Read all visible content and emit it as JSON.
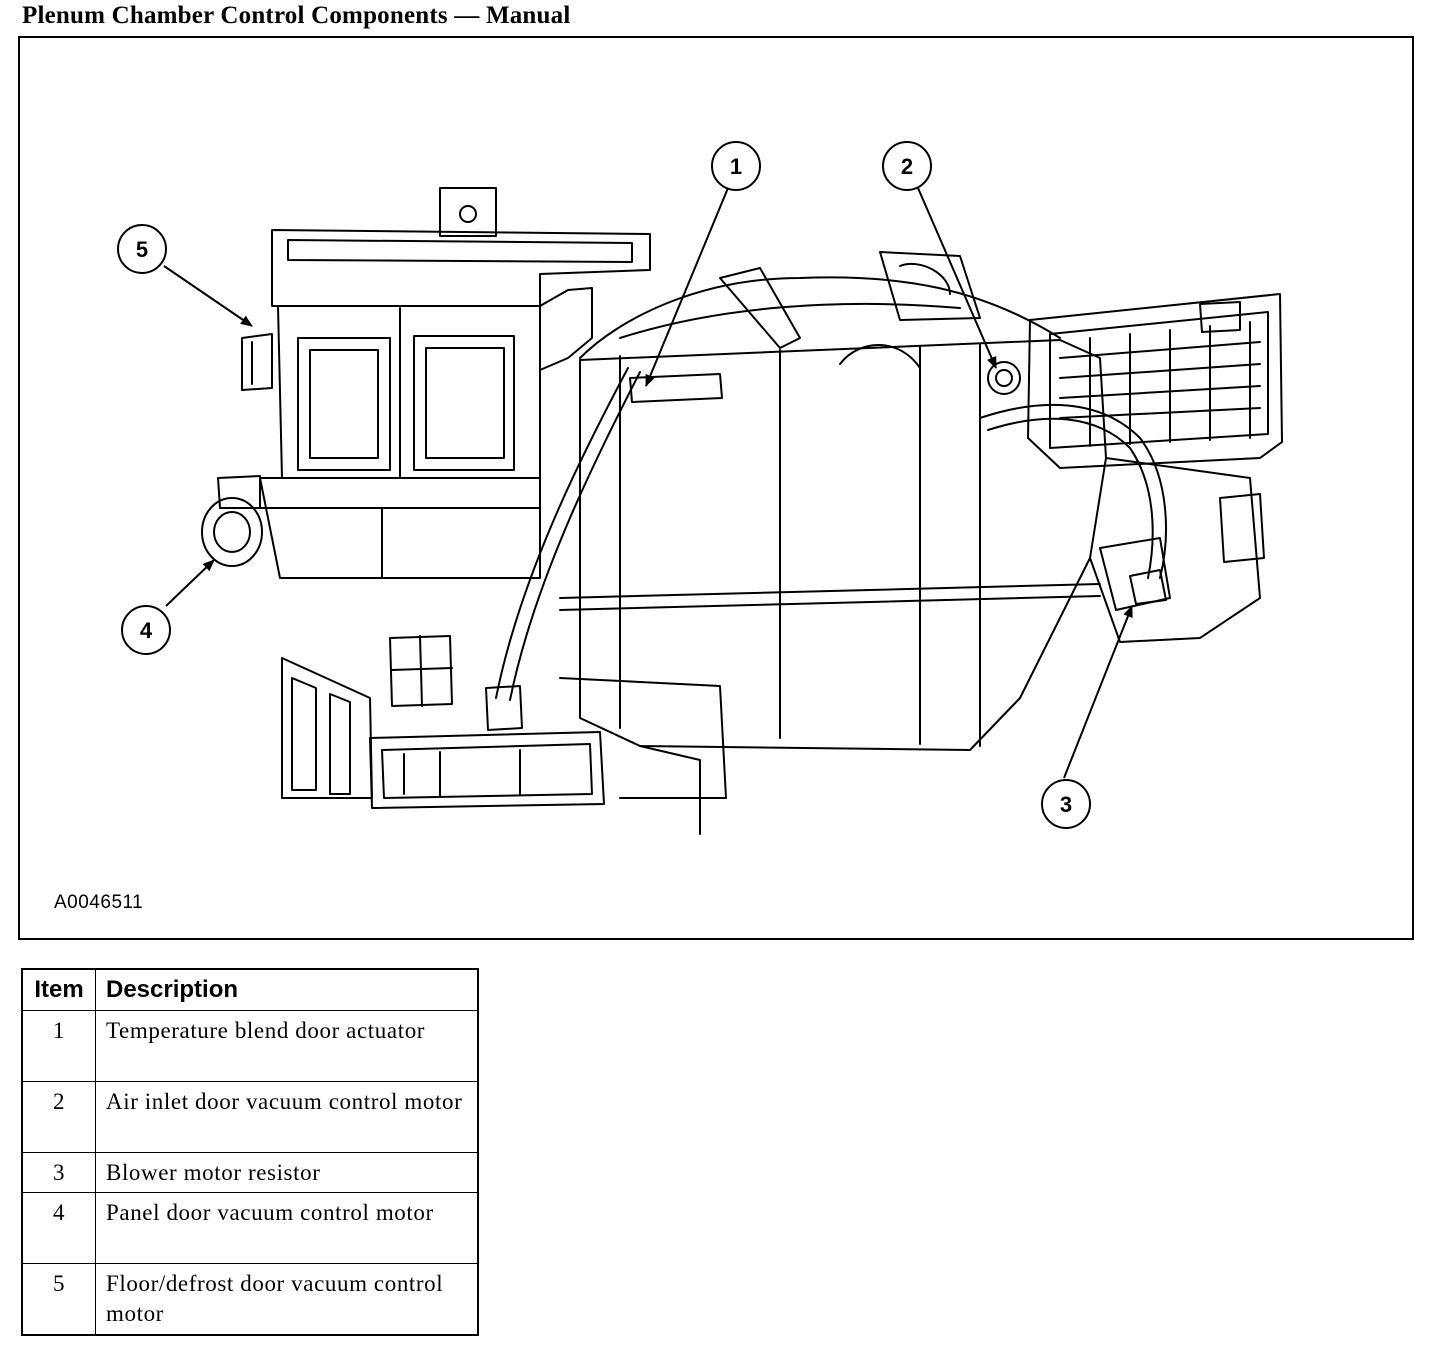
{
  "title": "Plenum Chamber Control Components — Manual",
  "figure": {
    "id_label": "A0046511",
    "callouts": [
      {
        "number": "1"
      },
      {
        "number": "2"
      },
      {
        "number": "3"
      },
      {
        "number": "4"
      },
      {
        "number": "5"
      }
    ]
  },
  "legend": {
    "headers": {
      "item": "Item",
      "description": "Description"
    },
    "rows": [
      {
        "item": "1",
        "description": "Temperature blend door actuator"
      },
      {
        "item": "2",
        "description": "Air inlet door vacuum control motor"
      },
      {
        "item": "3",
        "description": "Blower motor resistor"
      },
      {
        "item": "4",
        "description": "Panel door vacuum control motor"
      },
      {
        "item": "5",
        "description": "Floor/defrost door vacuum control motor"
      }
    ]
  }
}
